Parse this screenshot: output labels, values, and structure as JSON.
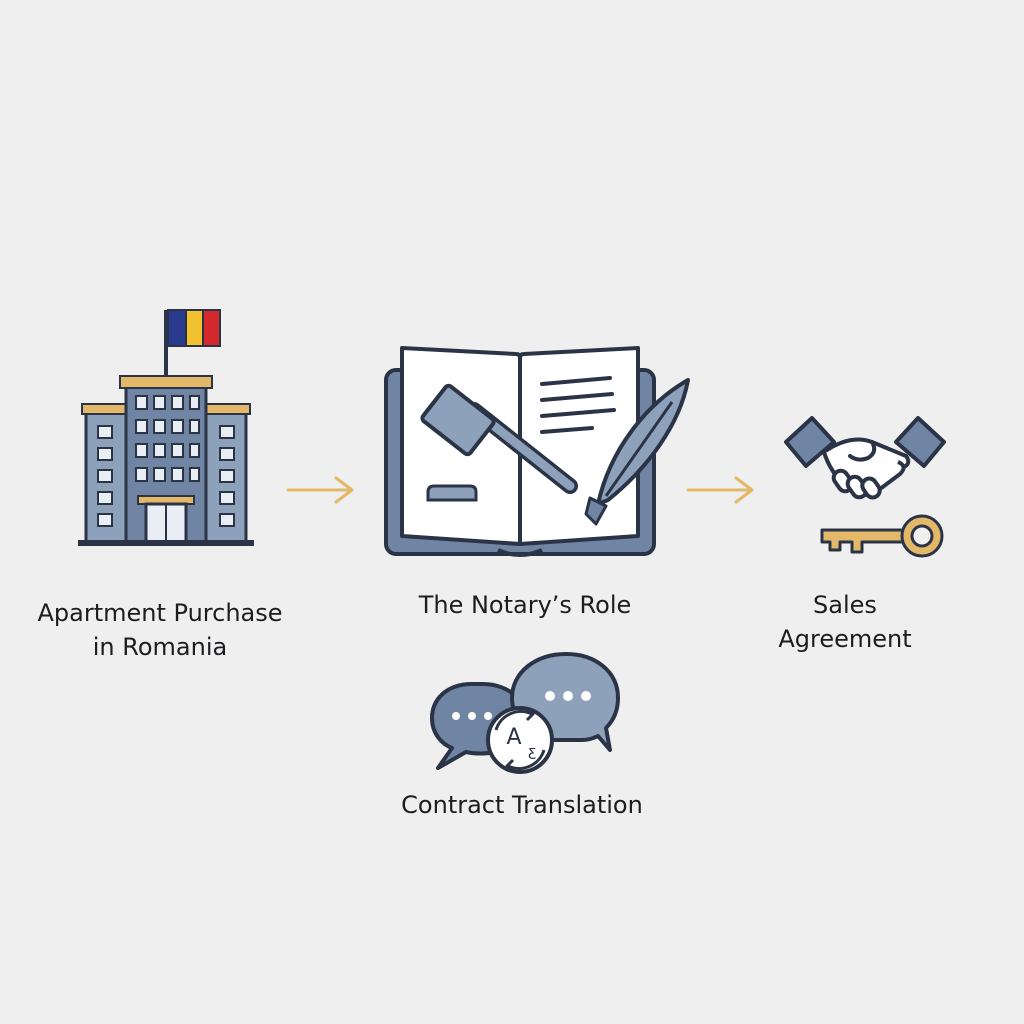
{
  "steps": {
    "purchase": {
      "line1": "Apartment Purchase",
      "line2": "in Romania"
    },
    "notary": {
      "label": "The Notary’s Role"
    },
    "agreement": {
      "line1": "Sales",
      "line2": "Agreement"
    },
    "translation": {
      "label": "Contract Translation",
      "glyph_top": "A",
      "glyph_bottom": "ƹ"
    }
  },
  "icons": {
    "building": "building-icon",
    "flag": "romania-flag-icon",
    "book": "open-book-icon",
    "gavel": "gavel-icon",
    "quill": "quill-pen-icon",
    "handshake": "handshake-icon",
    "key": "key-icon",
    "speech": "speech-bubbles-icon",
    "translate": "translate-icon",
    "arrow": "arrow-right-icon"
  },
  "colors": {
    "background": "#efeff0",
    "outline": "#2b3446",
    "slate": "#6f85a3",
    "slate_light": "#8ea1bb",
    "gold": "#e3b868",
    "page": "#ffffff",
    "flag_blue": "#2a3b8f",
    "flag_yellow": "#f2c230",
    "flag_red": "#d6292d"
  }
}
